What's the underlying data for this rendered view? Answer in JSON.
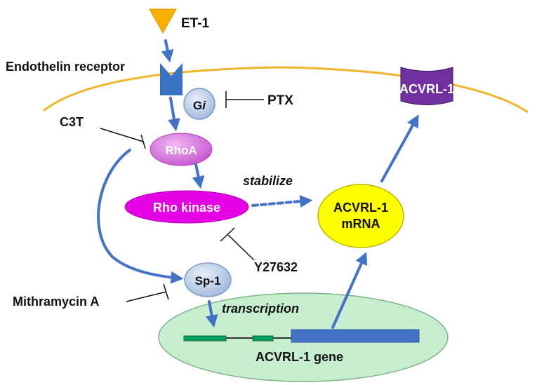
{
  "ligand": {
    "label": "ET-1",
    "color": "#F5B000"
  },
  "receptor": {
    "label": "Endothelin receptor",
    "color": "#3B73C4"
  },
  "gi": {
    "prefix": "G",
    "suffix": "i"
  },
  "inhibitors": {
    "ptx": "PTX",
    "c3t": "C3T",
    "y27632": "Y27632",
    "mithramycin": "Mithramycin A"
  },
  "rhoa": {
    "label": "RhoA",
    "color": "#D96FE0"
  },
  "rho_kinase": {
    "label": "Rho kinase",
    "color": "#E600E6"
  },
  "sp1": {
    "label": "Sp-1"
  },
  "stabilize": {
    "label": "stabilize"
  },
  "transcription": {
    "label": "transcription"
  },
  "mrna": {
    "line1": "ACVRL-1",
    "line2": "mRNA",
    "color": "#FFFF00"
  },
  "protein": {
    "label": "ACVRL-1",
    "color": "#7030A0"
  },
  "gene": {
    "label": "ACVRL-1 gene",
    "color": "#C7EFCF"
  },
  "colors": {
    "arrow": "#4472C4",
    "membrane": "#F0B429",
    "exon_small": "#00A060",
    "exon_large": "#4472C4"
  }
}
